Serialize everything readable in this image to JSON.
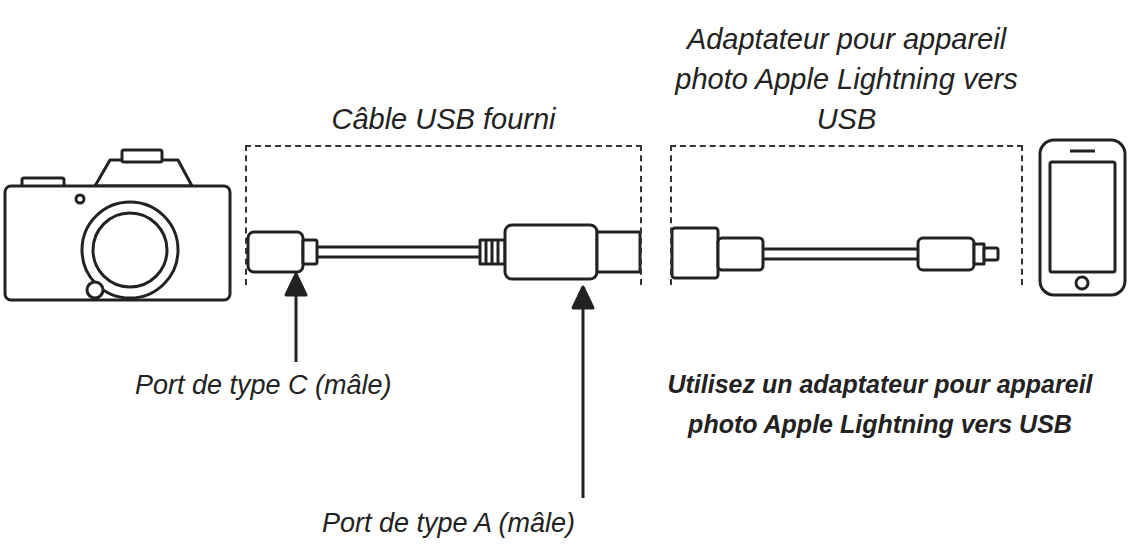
{
  "diagram": {
    "nodes": [
      {
        "text": [
          "Câble USB fourni"
        ]
      },
      {
        "text": [
          "Adaptateur pour appareil photo Apple Lightning vers USB"
        ]
      }
    ],
    "labels": [
      "Port de type C (mâle)",
      "Port de type A (mâle)",
      "Utilisez un adaptateur pour appareil photo Apple Lightning vers USB"
    ]
  }
}
